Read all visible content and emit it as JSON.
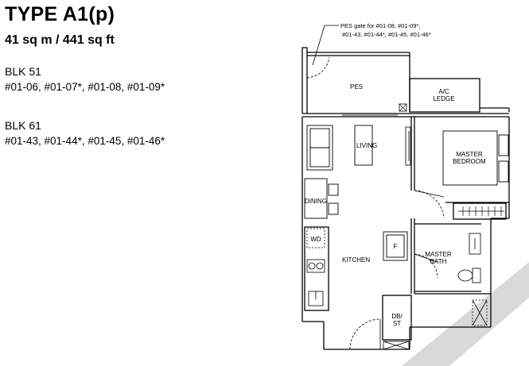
{
  "header": {
    "title": "TYPE A1(p)",
    "area": "41 sq m / 441 sq ft"
  },
  "blocks": [
    {
      "label": "BLK 51",
      "units": "#01-06, #01-07*, #01-08, #01-09*"
    },
    {
      "label": "BLK 61",
      "units": "#01-43, #01-44*, #01-45, #01-46*"
    }
  ],
  "plan": {
    "pes_note_line1": "PES gate for #01-08, #01-09*,",
    "pes_note_line2": "#01-43, #01-44*, #01-45, #01-46*",
    "rooms": {
      "pes": "PES",
      "ac_ledge_1": "A/C",
      "ac_ledge_2": "LEDGE",
      "living": "LIVING",
      "dining": "DINING",
      "master_bedroom_1": "MASTER",
      "master_bedroom_2": "BEDROOM",
      "wd": "WD",
      "fridge": "F",
      "kitchen": "KITCHEN",
      "master_bath_1": "MASTER",
      "master_bath_2": "BATH",
      "dbst_1": "DB/",
      "dbst_2": "ST"
    }
  }
}
